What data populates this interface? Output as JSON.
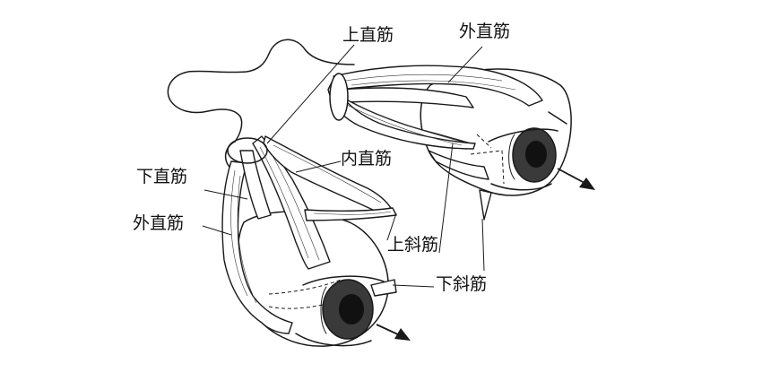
{
  "labels": {
    "superior_rectus": "上直筋",
    "lateral_rectus_top": "外直筋",
    "medial_rectus": "内直筋",
    "inferior_rectus": "下直筋",
    "lateral_rectus_left": "外直筋",
    "superior_oblique": "上斜筋",
    "inferior oblique": "下斜筋"
  },
  "colors": {
    "ink": "#1a1a1a",
    "iris": "#3a3a3a",
    "pupil": "#111111",
    "background": "#ffffff"
  }
}
